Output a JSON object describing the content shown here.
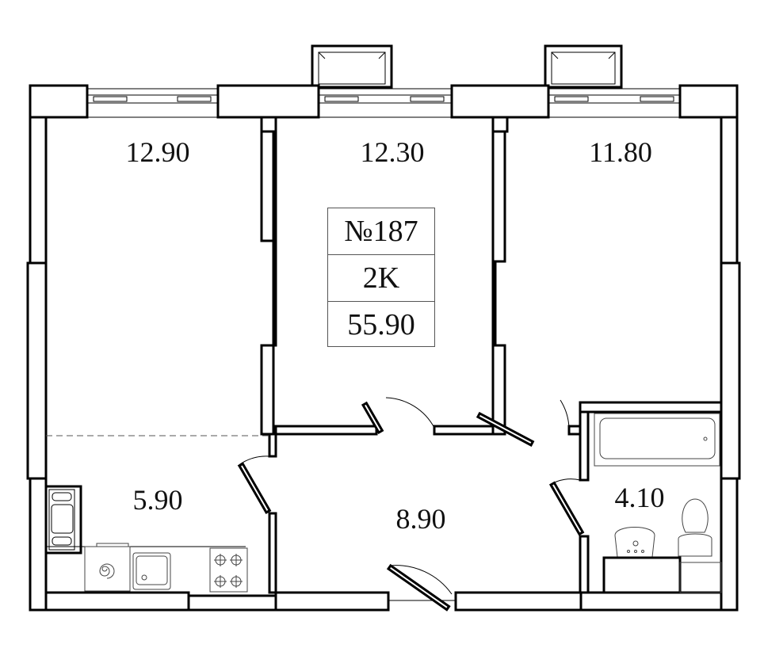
{
  "apartment": {
    "number": "№187",
    "type": "2K",
    "total_area": "55.90"
  },
  "rooms": [
    {
      "name": "room-left",
      "area": "12.90"
    },
    {
      "name": "room-middle",
      "area": "12.30"
    },
    {
      "name": "room-right",
      "area": "11.80"
    },
    {
      "name": "kitchen",
      "area": "5.90"
    },
    {
      "name": "hallway",
      "area": "8.90"
    },
    {
      "name": "bathroom",
      "area": "4.10"
    }
  ]
}
